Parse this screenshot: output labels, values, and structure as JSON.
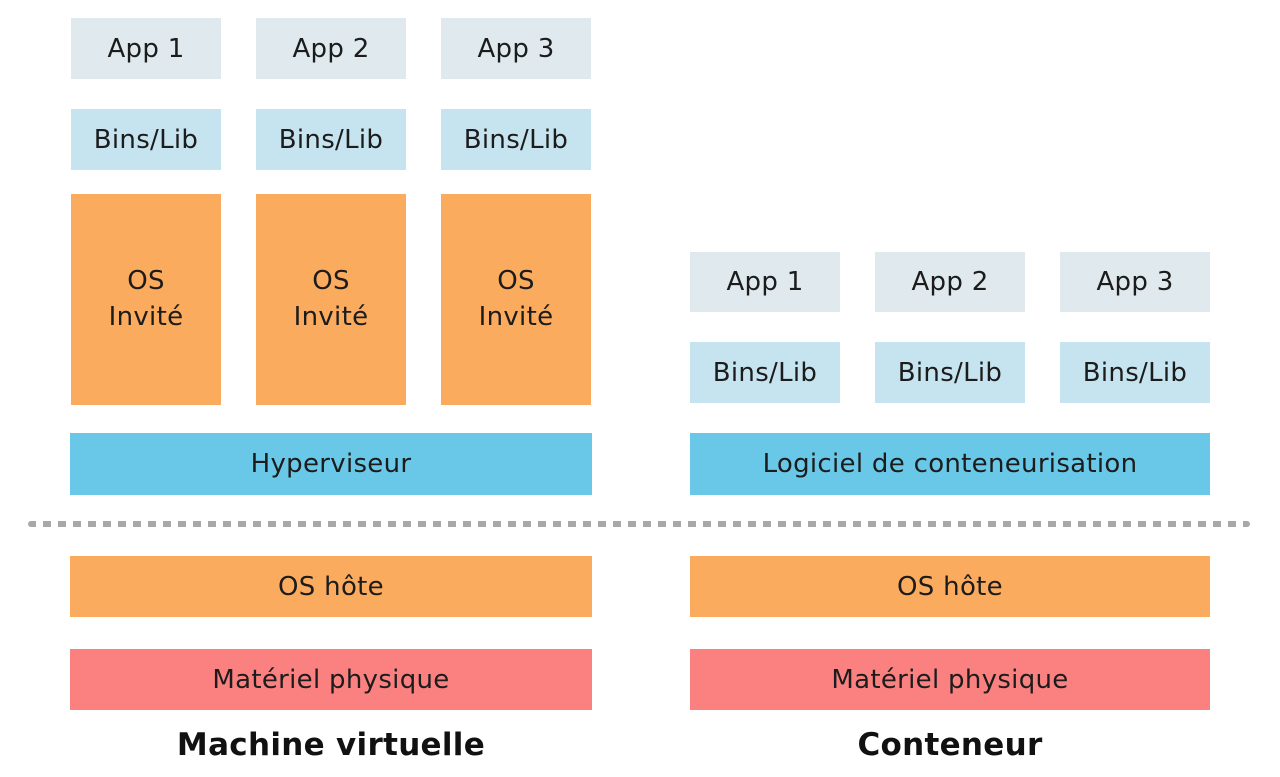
{
  "colors": {
    "app_box": "#dfe9ee",
    "bins_box": "#c6e4ef",
    "orange": "#fbab5e",
    "cyan": "#69c8e8",
    "red": "#fb8181",
    "dash": "#a8a8a8",
    "text": "#1c1c1c"
  },
  "vm": {
    "title": "Machine virtuelle",
    "apps": [
      "App 1",
      "App 2",
      "App 3"
    ],
    "bins": [
      "Bins/Lib",
      "Bins/Lib",
      "Bins/Lib"
    ],
    "guest_os": [
      "OS\nInvité",
      "OS\nInvité",
      "OS\nInvité"
    ],
    "hypervisor": "Hyperviseur",
    "host_os": "OS hôte",
    "hardware": "Matériel physique"
  },
  "container": {
    "title": "Conteneur",
    "apps": [
      "App 1",
      "App 2",
      "App 3"
    ],
    "bins": [
      "Bins/Lib",
      "Bins/Lib",
      "Bins/Lib"
    ],
    "runtime": "Logiciel de conteneurisation",
    "host_os": "OS hôte",
    "hardware": "Matériel physique"
  }
}
